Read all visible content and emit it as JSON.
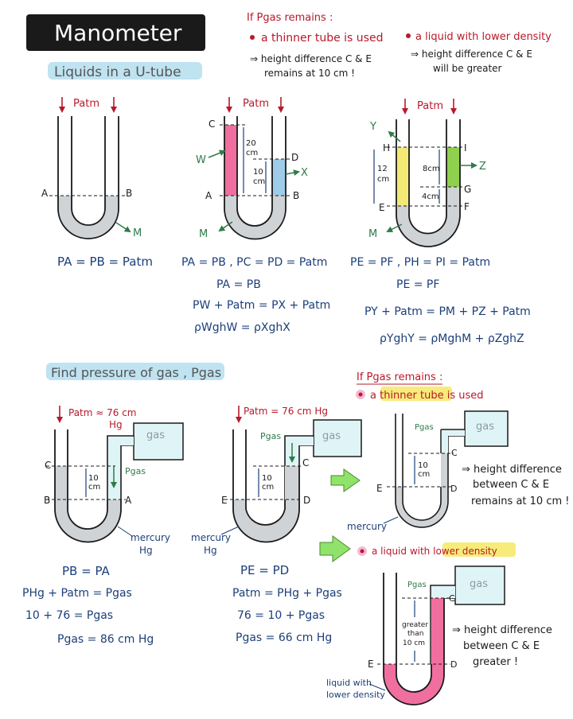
{
  "title": "Manometer",
  "colors": {
    "red": "#b8192a",
    "blue": "#1c3f7a",
    "green": "#2e7b4a",
    "mercury": "#cfd3d6",
    "pink": "#f06f9f",
    "water_blue": "#9fcde9",
    "yellow": "#f3ea76",
    "lime": "#8fd14f",
    "gas_box": "#dff4f6",
    "header_bg": "#1a1a1a",
    "highlight_blue": "#bfe3f1",
    "highlight_yellow": "#f7ec7a",
    "arrow_green": "#8fe36a"
  },
  "notes_top": {
    "left_head": "If Pgas remains :",
    "left_bullet": "a thinner tube is used",
    "left_line1": "⇒ height difference C & E",
    "left_line2": "remains at 10 cm !",
    "right_bullet": "a liquid with lower density",
    "right_line1": "⇒ height difference C & E",
    "right_line2": "will be greater"
  },
  "section1": {
    "title": "Liquids in a U-tube",
    "d1": {
      "patm": "Patm",
      "A": "A",
      "B": "B",
      "M": "M",
      "eq": "PA = PB = Patm"
    },
    "d2": {
      "patm": "Patm",
      "C": "C",
      "D": "D",
      "A": "A",
      "B": "B",
      "W": "W",
      "X": "X",
      "M": "M",
      "h20": "20",
      "h20u": "cm",
      "h10": "10",
      "h10u": "cm",
      "eq1": "PA = PB , PC = PD = Patm",
      "eq2": "PA = PB",
      "eq3": "PW + Patm = PX + Patm",
      "eq4": "ρWghW = ρXghX"
    },
    "d3": {
      "patm": "Patm",
      "Y": "Y",
      "Z": "Z",
      "H": "H",
      "I": "I",
      "G": "G",
      "E": "E",
      "F": "F",
      "M": "M",
      "h12": "12",
      "h12u": "cm",
      "h8": "8cm",
      "h4": "4cm",
      "eq1": "PE = PF , PH = PI = Patm",
      "eq2": "PE = PF",
      "eq3": "PY + Patm = PM + PZ + Patm",
      "eq4": "ρYghY = ρMghM + ρZghZ"
    }
  },
  "section2": {
    "title": "Find pressure of gas , Pgas",
    "d4": {
      "patm": "Patm ≈ 76 cm",
      "patm2": "Hg",
      "gas": "gas",
      "pgas": "Pgas",
      "C": "C",
      "B": "B",
      "A": "A",
      "h": "10",
      "hu": "cm",
      "mercury": "mercury",
      "hg": "Hg",
      "eq1": "PB = PA",
      "eq2": "PHg + Patm = Pgas",
      "eq3": "10 + 76 = Pgas",
      "eq4": "Pgas = 86 cm Hg"
    },
    "d5": {
      "patm": "Patm = 76 cm Hg",
      "gas": "gas",
      "pgas": "Pgas",
      "C": "C",
      "E": "E",
      "D": "D",
      "h": "10",
      "hu": "cm",
      "mercury": "mercury",
      "hg": "Hg",
      "eq1": "PE = PD",
      "eq2": "Patm = PHg + Pgas",
      "eq3": "76 = 10 + Pgas",
      "eq4": "Pgas = 66 cm Hg"
    },
    "right": {
      "head": "If Pgas remains :",
      "b1_pre": "a ",
      "b1_hl": "thinner tube",
      "b1_post": " is used",
      "d6": {
        "pgas": "Pgas",
        "gas": "gas",
        "C": "C",
        "E": "E",
        "D": "D",
        "h": "10",
        "hu": "cm",
        "mercury": "mercury",
        "note1": "⇒ height difference",
        "note2": "between C & E",
        "note3": "remains at 10 cm !"
      },
      "b2_pre": "a liquid with ",
      "b2_hl": "lower density",
      "d7": {
        "pgas": "Pgas",
        "gas": "gas",
        "C": "C",
        "E": "E",
        "D": "D",
        "g1": "greater",
        "g2": "than",
        "g3": "10 cm",
        "liq1": "liquid with",
        "liq2": "lower density",
        "note1": "⇒ height difference",
        "note2": "between C & E",
        "note3": "greater !"
      }
    }
  }
}
